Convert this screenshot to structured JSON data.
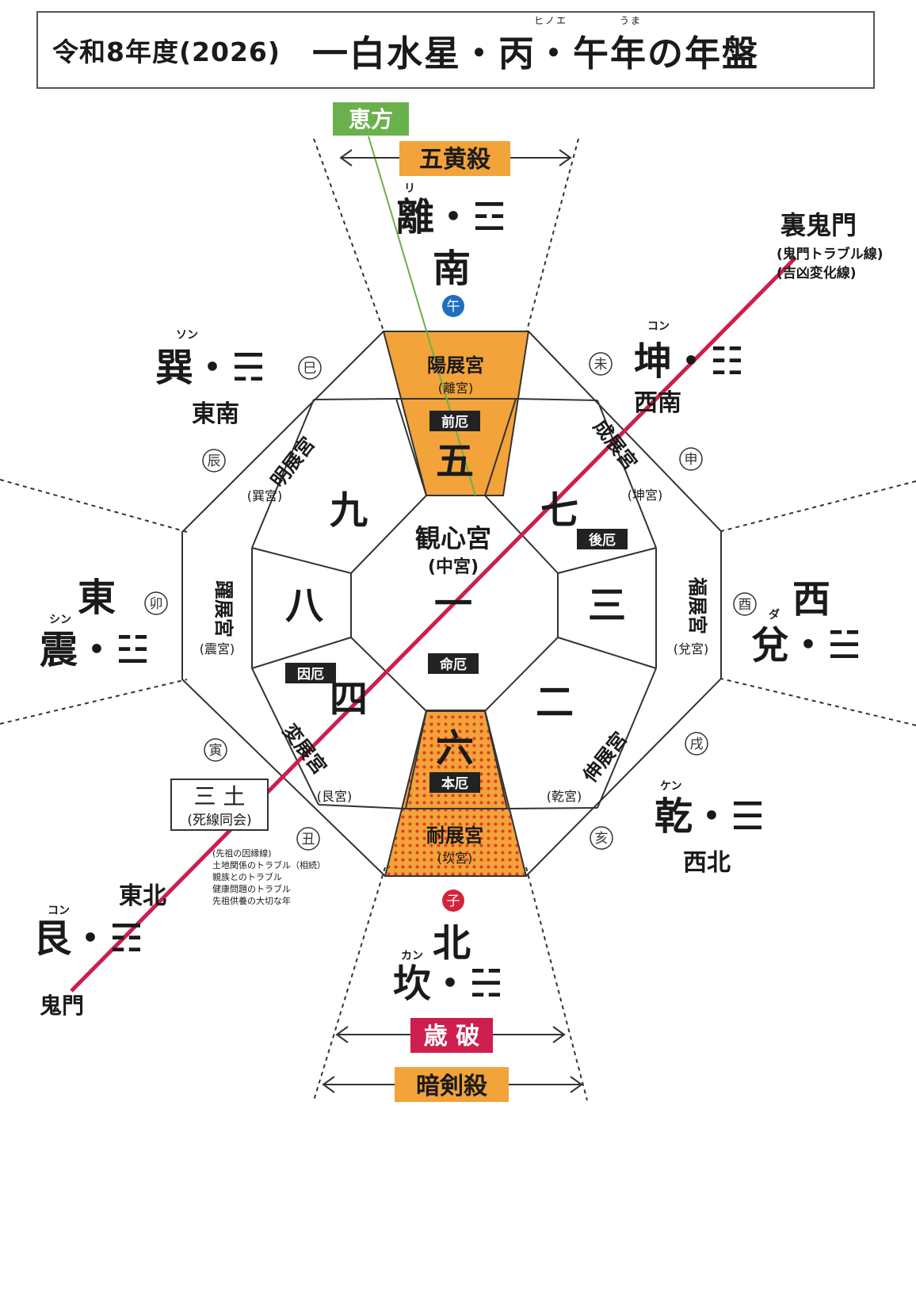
{
  "title": {
    "year": "令和8年度(2026)",
    "main": "一白水星・丙・午年の年盤",
    "ruby_hinoe": "ヒノエ",
    "ruby_uma": "うま"
  },
  "top": {
    "ehou": "恵方",
    "gooh": "五黄殺"
  },
  "bottom": {
    "saiha": "歳 破",
    "anken": "暗剣殺"
  },
  "directions": {
    "south": {
      "trigram": "離・☲",
      "dir": "南",
      "ruby": "リ",
      "zodiac": "午"
    },
    "southeast": {
      "trigram": "巽・☴",
      "dir": "東南",
      "ruby": "ソン",
      "zodiac_a": "巳",
      "zodiac_b": "辰"
    },
    "southwest": {
      "trigram": "坤・☷",
      "dir": "西南",
      "ruby": "コン",
      "zodiac_a": "未",
      "zodiac_b": "申"
    },
    "east": {
      "trigram": "震・☳",
      "dir": "東",
      "ruby": "シン",
      "zodiac": "卯"
    },
    "west": {
      "trigram": "兌・☱",
      "dir": "西",
      "ruby": "ダ",
      "zodiac": "酉"
    },
    "northeast": {
      "trigram": "艮・☶",
      "dir": "東北",
      "ruby": "コン",
      "zodiac_a": "寅",
      "zodiac_b": "丑"
    },
    "northwest": {
      "trigram": "乾・☰",
      "dir": "西北",
      "ruby": "ケン",
      "zodiac_a": "戌",
      "zodiac_b": "亥"
    },
    "north": {
      "trigram": "坎・☵",
      "dir": "北",
      "ruby": "カン",
      "zodiac": "子"
    }
  },
  "palaces": {
    "south": {
      "name": "陽展宮",
      "sub": "(離宮)",
      "tag": "前厄",
      "number": "五"
    },
    "southeast": {
      "name": "明展宮",
      "sub": "(巽宮)",
      "number": "九"
    },
    "southwest": {
      "name": "成展宮",
      "sub": "(坤宮)",
      "number": "七",
      "tag": "後厄"
    },
    "east": {
      "name": "躍展宮",
      "sub": "(震宮)",
      "number": "八"
    },
    "center": {
      "name": "観心宮",
      "sub": "(中宮)",
      "number": "一",
      "tag": "命厄"
    },
    "west": {
      "name": "福展宮",
      "sub": "(兌宮)",
      "number": "三"
    },
    "northeast": {
      "name": "変展宮",
      "sub": "(艮宮)",
      "number": "四",
      "tag": "因厄"
    },
    "northwest": {
      "name": "伸展宮",
      "sub": "(乾宮)",
      "number": "二"
    },
    "north": {
      "name": "耐展宮",
      "sub": "(坎宮)",
      "number": "六",
      "tag": "本厄"
    }
  },
  "kimon_line": {
    "ura_kimon": "裏鬼門",
    "ura_note1": "(鬼門トラブル線)",
    "ura_note2": "(吉凶変化線)",
    "kimon": "鬼門",
    "santo": "三 土",
    "santo_note": "(死線同会)",
    "notes": [
      "(先祖の因縁線)",
      "土地関係のトラブル（相続）",
      "親族とのトラブル",
      "健康問題のトラブル",
      "先祖供養の大切な年"
    ]
  },
  "colors": {
    "orange": "#f2a33a",
    "red_line": "#cc1f4e",
    "green": "#6ab04c",
    "blue_circle": "#1f6fc0",
    "red_circle": "#d6223a",
    "dot_red": "#e03b22"
  }
}
